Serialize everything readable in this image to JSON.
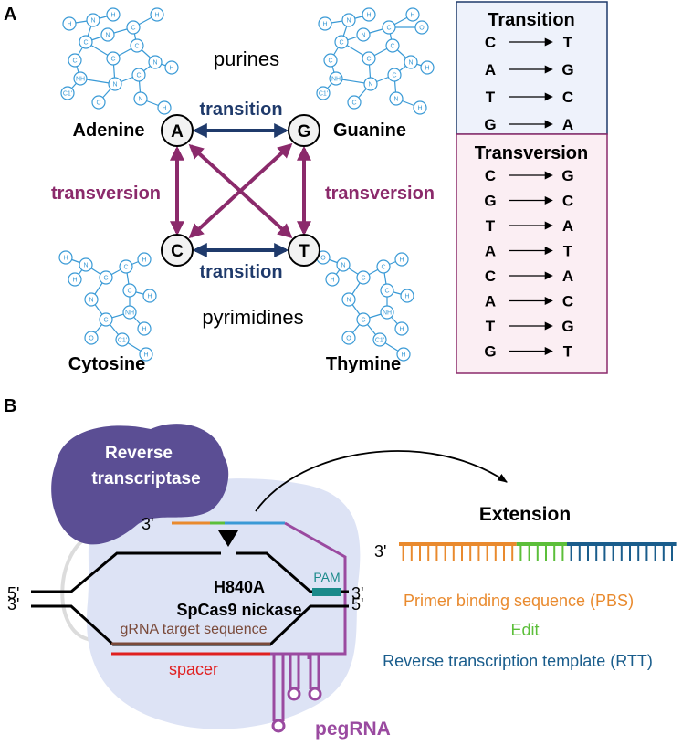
{
  "panel_a": {
    "label": "A",
    "purines": "purines",
    "pyrimidines": "pyrimidines",
    "bases": {
      "adenine": {
        "name": "Adenine",
        "letter": "A"
      },
      "guanine": {
        "name": "Guanine",
        "letter": "G"
      },
      "cytosine": {
        "name": "Cytosine",
        "letter": "C"
      },
      "thymine": {
        "name": "Thymine",
        "letter": "T"
      }
    },
    "transition_label": "transition",
    "transversion_label": "transversion",
    "molecule_atoms": {
      "c": "C",
      "n": "N",
      "o": "O",
      "h": "H",
      "nh": "NH",
      "c1": "C1'"
    },
    "transition_table": {
      "title": "Transition",
      "rows": [
        {
          "from": "C",
          "to": "T"
        },
        {
          "from": "A",
          "to": "G"
        },
        {
          "from": "T",
          "to": "C"
        },
        {
          "from": "G",
          "to": "A"
        }
      ]
    },
    "transversion_table": {
      "title": "Transversion",
      "rows": [
        {
          "from": "C",
          "to": "G"
        },
        {
          "from": "G",
          "to": "C"
        },
        {
          "from": "T",
          "to": "A"
        },
        {
          "from": "A",
          "to": "T"
        },
        {
          "from": "C",
          "to": "A"
        },
        {
          "from": "A",
          "to": "C"
        },
        {
          "from": "T",
          "to": "G"
        },
        {
          "from": "G",
          "to": "T"
        }
      ]
    }
  },
  "panel_b": {
    "label": "B",
    "rt_line1": "Reverse",
    "rt_line2": "transcriptase",
    "cas_line1": "H840A",
    "cas_line2": "SpCas9 nickase",
    "pam": "PAM",
    "gRNA_target": "gRNA target sequence",
    "spacer": "spacer",
    "pegRNA": "pegRNA",
    "end_3_top": "3'",
    "end_5_left": "5'",
    "end_3_right": "3'",
    "end_3_left": "3'",
    "end_5_right": "5'",
    "ext_3": "3'",
    "extension": "Extension",
    "pbs": "Primer binding sequence (PBS)",
    "edit": "Edit",
    "rtt": "Reverse transcription template (RTT)"
  },
  "colors": {
    "transition": "#1f3a6b",
    "transversion": "#8b2a6b",
    "molecule": "#3a9ad6",
    "rt": "#5b4e94",
    "cas": "#dde3f5",
    "pbs": "#e98a2e",
    "edit": "#5cbf3a",
    "rtt": "#1a5d8c",
    "pegRNA": "#9a4aa0",
    "spacer": "#e02020",
    "target": "#7a4a3a",
    "pam": "#1a8a8a"
  }
}
